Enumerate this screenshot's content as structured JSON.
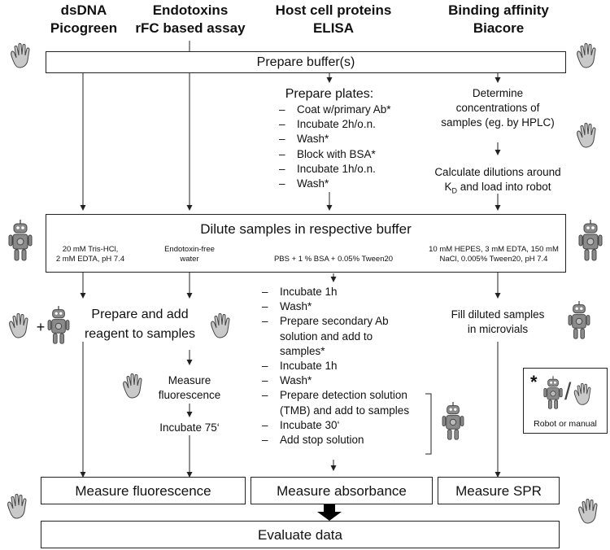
{
  "headers": {
    "col1": {
      "line1": "dsDNA",
      "line2": "Picogreen"
    },
    "col2": {
      "line1": "Endotoxins",
      "line2": "rFC based assay"
    },
    "col3": {
      "line1": "Host cell proteins",
      "line2": "ELISA"
    },
    "col4": {
      "line1": "Binding affinity",
      "line2": "Biacore"
    }
  },
  "prepare_buffer": "Prepare buffer(s)",
  "elisa_prep": {
    "title": "Prepare plates:",
    "steps": [
      "Coat w/primary Ab*",
      "Incubate 2h/o.n.",
      "Wash*",
      "Block with BSA*",
      "Incubate 1h/o.n.",
      "Wash*"
    ]
  },
  "biacore_prep": {
    "determine": [
      "Determine",
      "concentrations of",
      "samples (eg. by HPLC)"
    ],
    "calculate_line1": "Calculate dilutions around",
    "calculate_k": "K",
    "calculate_sub": "D",
    "calculate_rest": " and load into robot"
  },
  "dilute": {
    "title": "Dilute samples in respective buffer",
    "buffer1": [
      "20 mM Tris-HCl,",
      "2 mM EDTA, pH 7.4"
    ],
    "buffer2": [
      "Endotoxin-free",
      "water"
    ],
    "buffer3": "PBS + 1 % BSA + 0.05% Tween20",
    "buffer4": [
      "10 mM HEPES, 3 mM EDTA, 150 mM",
      "NaCl, 0.005% Tween20, pH 7.4"
    ]
  },
  "plus_sign": "+",
  "prepare_reagent": [
    "Prepare and add",
    "reagent to samples"
  ],
  "measure_fluor_small": [
    "Measure",
    "fluorescence"
  ],
  "incubate_75": "Incubate 75‘",
  "elisa_steps": [
    {
      "lines": [
        "Incubate 1h"
      ]
    },
    {
      "lines": [
        "Wash*"
      ]
    },
    {
      "lines": [
        "Prepare secondary Ab",
        "solution and add to",
        "samples*"
      ]
    },
    {
      "lines": [
        "Incubate 1h"
      ]
    },
    {
      "lines": [
        "Wash*"
      ]
    },
    {
      "lines": [
        "Prepare detection solution",
        "(TMB) and add to samples"
      ]
    },
    {
      "lines": [
        "Incubate 30‘"
      ]
    },
    {
      "lines": [
        "Add stop solution"
      ]
    }
  ],
  "fill_diluted": [
    "Fill diluted samples",
    "in microvials"
  ],
  "legend": {
    "star": "*",
    "slash": "/",
    "label": "Robot or manual"
  },
  "measure_fluorescence": "Measure fluorescence",
  "measure_absorbance": "Measure absorbance",
  "measure_spr": "Measure SPR",
  "evaluate": "Evaluate data",
  "icons": [
    "hand-icon",
    "robot-icon"
  ],
  "colors": {
    "hand_fill": "#c9c9c9",
    "robot_fill": "#8a8a8a",
    "line": "#222222"
  }
}
